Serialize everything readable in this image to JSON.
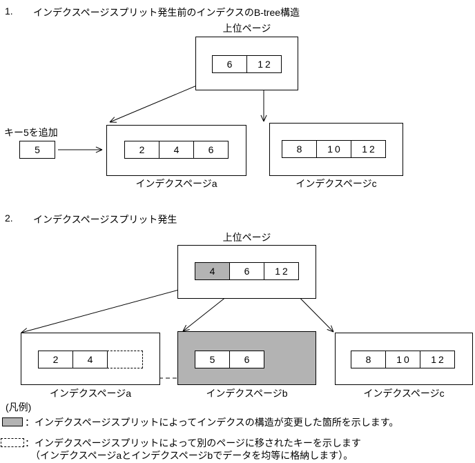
{
  "colors": {
    "highlight_gray": "#b3b3b3",
    "line": "#000000",
    "background": "#ffffff"
  },
  "section1": {
    "number": "1.",
    "title": "インデクスページスプリット発生前のインデクスのB-tree構造",
    "upper_page": {
      "label": "上位ページ",
      "cells": [
        "6",
        "12"
      ]
    },
    "key_add": {
      "caption": "キー5を追加",
      "value": "5"
    },
    "page_a": {
      "label": "インデクスページa",
      "cells": [
        "2",
        "4",
        "6"
      ]
    },
    "page_c": {
      "label": "インデクスページc",
      "cells": [
        "8",
        "10",
        "12"
      ]
    }
  },
  "section2": {
    "number": "2.",
    "title": "インデクスページスプリット発生",
    "upper_page": {
      "label": "上位ページ",
      "cells": [
        "4",
        "6",
        "12"
      ],
      "highlighted_cell": "4"
    },
    "page_a": {
      "label": "インデクスページa",
      "cells": [
        "2",
        "4"
      ],
      "moved_out_cell": ""
    },
    "page_b": {
      "label": "インデクスページb",
      "cells": [
        "5",
        "6"
      ],
      "highlighted": true
    },
    "page_c": {
      "label": "インデクスページc",
      "cells": [
        "8",
        "10",
        "12"
      ]
    }
  },
  "legend": {
    "heading": "(凡例)",
    "gray_item_text": "：インデクスページスプリットによってインデクスの構造が変更した箇所を示します。",
    "dashed_item_text_line1": "：インデクスページスプリットによって別のページに移されたキーを示します",
    "dashed_item_text_line2": "（インデクスページaとインデクスページbでデータを均等に格納します）。"
  }
}
